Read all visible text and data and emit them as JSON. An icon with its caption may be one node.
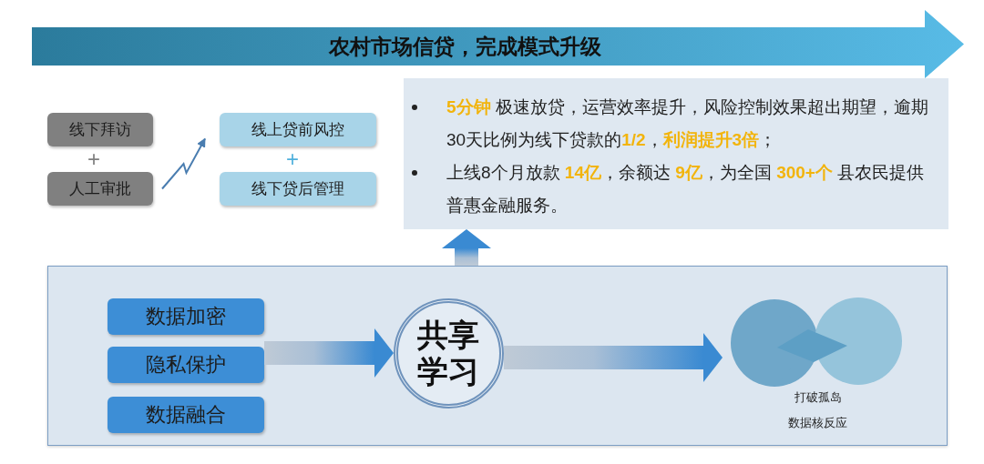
{
  "diagram": {
    "nodes": [
      {
        "text": [
          "农村市场信贷，完成模式升级"
        ]
      },
      {
        "text": [
          "线下拜访"
        ]
      },
      {
        "text": [
          "人工审批"
        ]
      },
      {
        "text": [
          "线上贷前风控"
        ]
      },
      {
        "text": [
          "线下贷后管理"
        ]
      },
      {
        "text": [
          "**5分钟** 极速放贷，运营效率提升，风险控制效果超出期望，逾期30天比例为线下贷款的**1/2**，**利润提升3倍**；",
          "上线8个月放款 **14亿**，余额达 **9亿**，为全国 **300+个** 县农民提供普惠金融服务。"
        ]
      },
      {
        "text": [],
        "shape": "box"
      },
      {
        "text": [
          "数据加密"
        ],
        "in": 6
      },
      {
        "text": [
          "隐私保护"
        ],
        "in": 6
      },
      {
        "text": [
          "数据融合"
        ],
        "in": 6
      },
      {
        "text": [
          "共享学习"
        ],
        "in": 6
      },
      {
        "text": [
          "打破孤岛",
          "数据核反应"
        ],
        "in": 6
      }
    ],
    "edges": [
      {
        "from": 2,
        "to": 3,
        "arrow": "to"
      },
      {
        "from": 8,
        "to": 10,
        "arrow": "to",
        "style": "thick"
      },
      {
        "from": 10,
        "to": 11,
        "arrow": "to",
        "style": "thick"
      },
      {
        "from": 6,
        "to": 5,
        "arrow": "to",
        "style": "thick"
      }
    ],
    "labels": [
      "+",
      "+"
    ]
  }
}
